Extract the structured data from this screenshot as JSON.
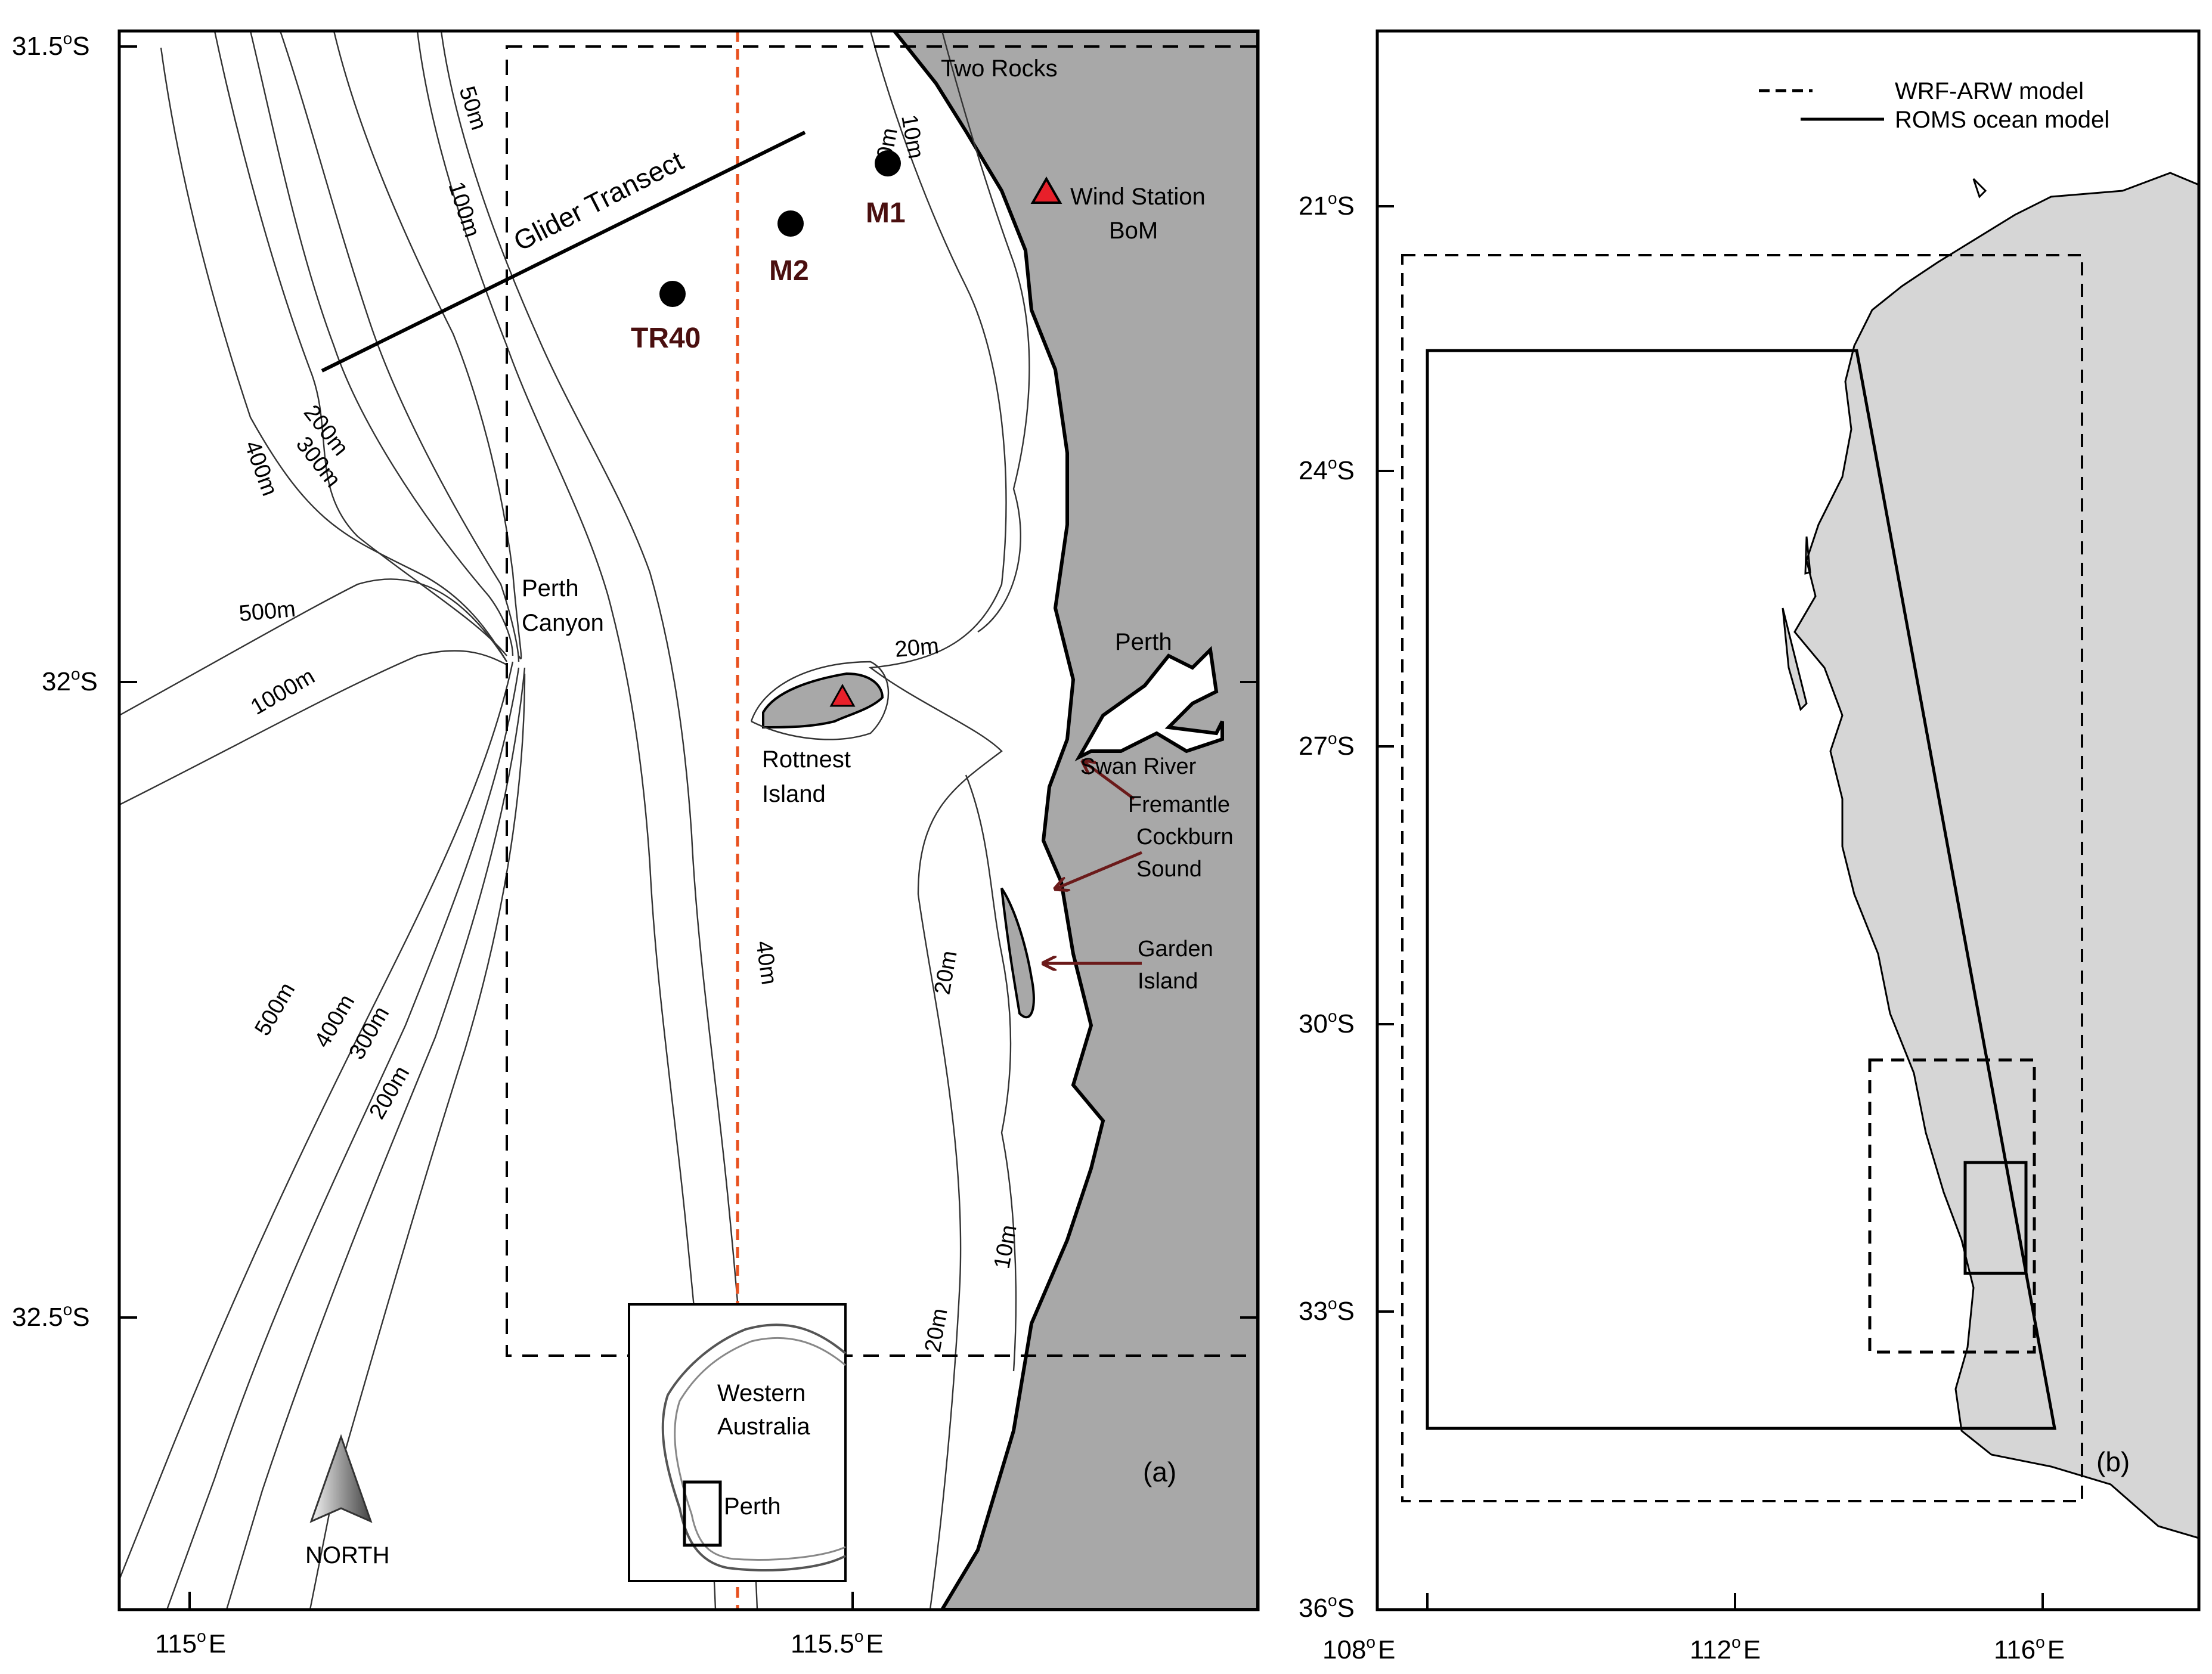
{
  "panel_a": {
    "label": "(a)",
    "lat_ticks": [
      {
        "deg": "31.5",
        "hem": "S"
      },
      {
        "deg": "32",
        "hem": "S"
      },
      {
        "deg": "32.5",
        "hem": "S"
      }
    ],
    "lon_ticks": [
      {
        "deg": "115",
        "hem": "E"
      },
      {
        "deg": "115.5",
        "hem": "E"
      }
    ],
    "places": {
      "two_rocks": "Two Rocks",
      "wind_station_1": "Wind Station",
      "wind_station_2": "BoM",
      "perth": "Perth",
      "perth_canyon_1": "Perth",
      "perth_canyon_2": "Canyon",
      "rottnest_1": "Rottnest",
      "rottnest_2": "Island",
      "swan_river": "Swan River",
      "fremantle": "Fremantle",
      "cockburn_1": "Cockburn",
      "cockburn_2": "Sound",
      "garden_1": "Garden",
      "garden_2": "Island",
      "glider": "Glider Transect",
      "north": "NORTH",
      "wa_1": "Western",
      "wa_2": "Australia",
      "inset_perth": "Perth"
    },
    "moorings": [
      "M1",
      "M2",
      "TR40"
    ],
    "depths": [
      "50m",
      "100m",
      "200m",
      "300m",
      "400m",
      "500m",
      "1000m",
      "10m",
      "20m",
      "20m",
      "40m",
      "20m",
      "10m",
      "20m",
      "500m",
      "400m",
      "300m",
      "200m"
    ]
  },
  "panel_b": {
    "label": "(b)",
    "lat_ticks": [
      {
        "deg": "21",
        "hem": "S"
      },
      {
        "deg": "24",
        "hem": "S"
      },
      {
        "deg": "27",
        "hem": "S"
      },
      {
        "deg": "30",
        "hem": "S"
      },
      {
        "deg": "33",
        "hem": "S"
      },
      {
        "deg": "36",
        "hem": "S"
      }
    ],
    "lon_ticks": [
      {
        "deg": "108",
        "hem": "E"
      },
      {
        "deg": "112",
        "hem": "E"
      },
      {
        "deg": "116",
        "hem": "E"
      }
    ],
    "legend": [
      {
        "label": "WRF-ARW model",
        "style": "dashed"
      },
      {
        "label": "ROMS ocean model",
        "style": "solid"
      }
    ]
  },
  "colors": {
    "land_a": "#a8a8a8",
    "land_b": "#d6d6d6",
    "meridian": "#e8501e",
    "mooring": "#000000",
    "mooring_label": "#4a0f0f",
    "arrow": "#6b1a1a",
    "station": "#e8202a"
  },
  "icons": [
    "north-arrow-icon",
    "wind-station-triangle-icon",
    "mooring-dot-icon"
  ]
}
